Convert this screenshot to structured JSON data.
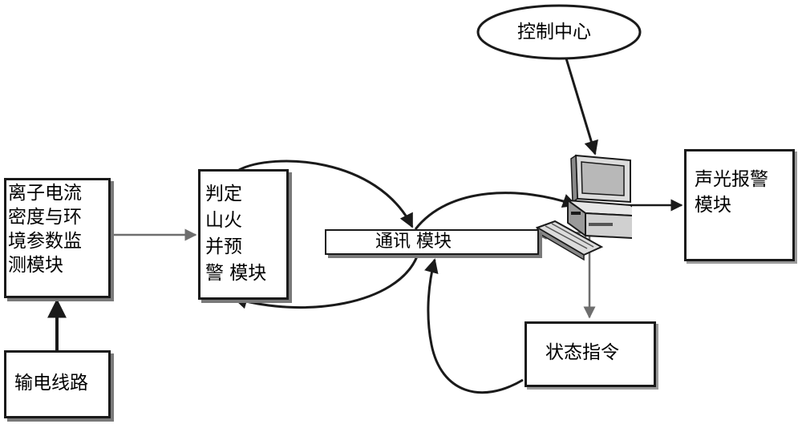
{
  "nodes": {
    "control_center": "控制中心",
    "sensor_module": "离子电流\n密度与环\n境参数监\n测模块",
    "transmission_line": "输电线路",
    "judge_module": "判定\n山火\n并预\n警 模块",
    "comm_module": "通讯 模块",
    "alarm_module": "声光报警\n模块",
    "status_command": "状态指令"
  },
  "colors": {
    "stroke": "#1a1a1a",
    "arrow": "#6e6e6e",
    "shadow": "#7a7a7a"
  },
  "icons": {
    "computer": "desktop-computer-icon"
  }
}
